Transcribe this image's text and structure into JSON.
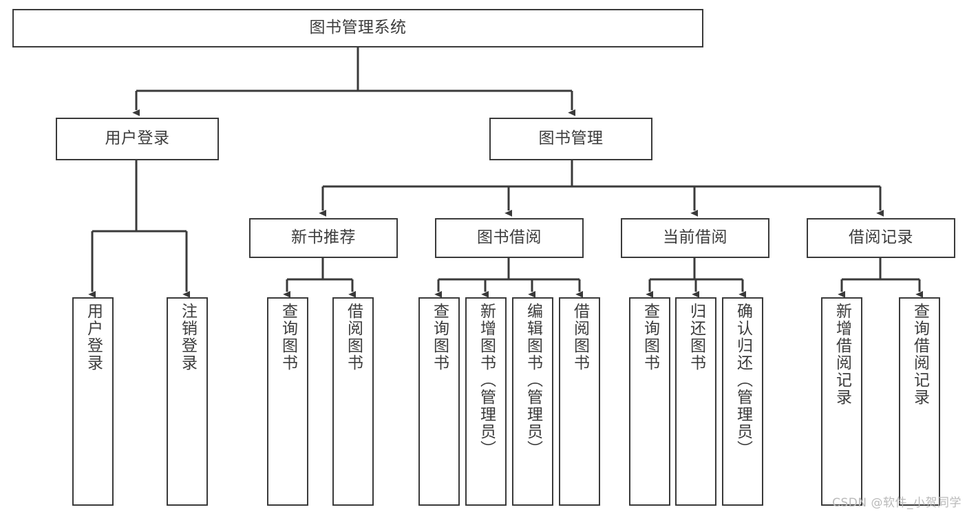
{
  "diagram": {
    "title": "图书管理系统",
    "type": "tree-hierarchy-diagram",
    "colors": {
      "box_border": "#3a3a3a",
      "box_fill": "#ffffff",
      "connector": "#3a3a3a",
      "text": "#3c3c3c",
      "background": "#ffffff",
      "watermark": "#b9b9b9"
    },
    "root": {
      "label": "图书管理系统"
    },
    "level2": [
      {
        "id": "user-login",
        "label": "用户登录"
      },
      {
        "id": "book-management",
        "label": "图书管理"
      }
    ],
    "level3": [
      {
        "id": "new-book-recommend",
        "label": "新书推荐",
        "parent": "book-management"
      },
      {
        "id": "book-borrow",
        "label": "图书借阅",
        "parent": "book-management"
      },
      {
        "id": "current-borrow",
        "label": "当前借阅",
        "parent": "book-management"
      },
      {
        "id": "borrow-record",
        "label": "借阅记录",
        "parent": "book-management"
      }
    ],
    "leaves": {
      "user_login": [
        {
          "id": "leaf-user-login",
          "label": "用户登录"
        },
        {
          "id": "leaf-user-logout",
          "label": "注销登录"
        }
      ],
      "new_book_recommend": [
        {
          "id": "leaf-query-book-1",
          "label": "查询图书"
        },
        {
          "id": "leaf-borrow-book-1",
          "label": "借阅图书"
        }
      ],
      "book_borrow": [
        {
          "id": "leaf-query-book-2",
          "label": "查询图书"
        },
        {
          "id": "leaf-add-book",
          "label": "新增图书（管理员）"
        },
        {
          "id": "leaf-edit-book",
          "label": "编辑图书（管理员）"
        },
        {
          "id": "leaf-borrow-book-2",
          "label": "借阅图书"
        }
      ],
      "current_borrow": [
        {
          "id": "leaf-query-book-3",
          "label": "查询图书"
        },
        {
          "id": "leaf-return-book",
          "label": "归还图书"
        },
        {
          "id": "leaf-confirm-return",
          "label": "确认归还（管理员）"
        }
      ],
      "borrow_record": [
        {
          "id": "leaf-add-record",
          "label": "新增借阅记录"
        },
        {
          "id": "leaf-query-record",
          "label": "查询借阅记录"
        }
      ]
    }
  },
  "watermark": {
    "text": "CSDN @软件_小贺同学"
  }
}
